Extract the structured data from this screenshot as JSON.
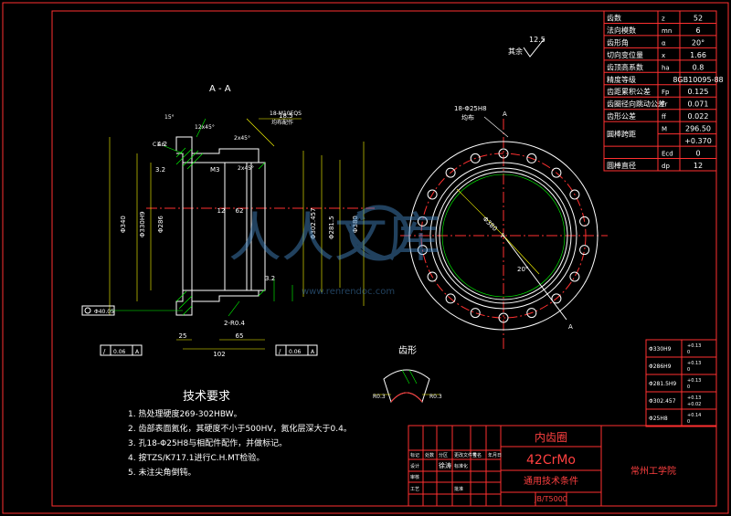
{
  "params": [
    {
      "name": "齿数",
      "sym": "z",
      "val": "52"
    },
    {
      "name": "法向模数",
      "sym": "mn",
      "val": "6"
    },
    {
      "name": "齿形角",
      "sym": "α",
      "val": "20°"
    },
    {
      "name": "切向变位量",
      "sym": "x",
      "val": "1.66"
    },
    {
      "name": "齿顶高系数",
      "sym": "ha",
      "val": "0.8"
    },
    {
      "name": "精度等级",
      "sym": "",
      "val": "8GB10095-88"
    },
    {
      "name": "齿距累积公差",
      "sym": "Fp",
      "val": "0.125"
    },
    {
      "name": "齿圈径向跳动公差",
      "sym": "Fr",
      "val": "0.071"
    },
    {
      "name": "齿形公差",
      "sym": "ff",
      "val": "0.022"
    }
  ],
  "span": {
    "name": "圆棒跨距",
    "sym": "M",
    "val": "296.50",
    "tol": "+0.370"
  },
  "extra": [
    {
      "sym": "Ecd",
      "val": "0"
    },
    {
      "name": "圆棒直径",
      "sym": "dp",
      "val": "12"
    }
  ],
  "tolerances": [
    {
      "label": "Φ330H9",
      "up": "+0.13",
      "low": "0"
    },
    {
      "label": "Φ286H9",
      "up": "+0.13",
      "low": "0"
    },
    {
      "label": "Φ281.5H9",
      "up": "+0.13",
      "low": "0"
    },
    {
      "label": "Φ302.457",
      "up": "+0.13",
      "low": "+0.02"
    },
    {
      "label": "Φ25H8",
      "up": "+0.14",
      "low": "0"
    }
  ],
  "section_label": "A - A",
  "roughness": {
    "val": "12.5",
    "text": "其余"
  },
  "dims": {
    "d1": "102",
    "d2": "65",
    "d3": "25",
    "d4": "12",
    "d5": "62",
    "d6": "Φ40.05",
    "d7": "4.2",
    "d8": "3.2",
    "d9": "3.2",
    "d10": "18.5",
    "d11": "Φ340",
    "d12": "Φ330H9",
    "d13": "Φ286",
    "d14": "Φ302.457",
    "d15": "Φ281.5",
    "d16": "M3",
    "d17": "Φ380",
    "ang1": "20°",
    "ang2": "15°",
    "ang3": "12x45°",
    "ang4": "2x45°",
    "ang5": "2x45°",
    "holes": "18-M10EQS",
    "holes2": "18-Φ25H8",
    "holes_note": "均布",
    "holes_note2": "均布配作",
    "c1": "2-R0.4",
    "c2": "C1.6",
    "c3": "0.5",
    "cham": "2x45°"
  },
  "fcf": [
    {
      "sym": "/",
      "tol": "0.06",
      "datum": "A"
    },
    {
      "sym": "/",
      "tol": "0.06",
      "datum": "A"
    }
  ],
  "tooth_label": "齿形",
  "tooth_r": "R0.3",
  "tech": {
    "title": "技术要求",
    "items": [
      "1. 热处理硬度269-302HBW。",
      "2. 齿部表面氮化，其硬度不小于500HV，氮化层深大于0.4。",
      "3. 孔18-Φ25H8与相配件配作，并做标记。",
      "4. 按TZS/K717.1进行C.H.MT检验。",
      "5. 未注尖角倒钝。"
    ]
  },
  "title_block": {
    "part": "内齿圈",
    "material": "42CrMo",
    "school": "常州工学院",
    "note": "通用技术条件",
    "std": "JB/T5000",
    "designer": "徐涛",
    "hdr": [
      "标记",
      "处数",
      "分区",
      "更改文件号",
      "签名",
      "年月日"
    ],
    "row2": [
      "设计",
      "标准化"
    ],
    "row3": [
      "审核"
    ],
    "row4": [
      "工艺",
      "批准"
    ]
  },
  "watermark": {
    "text": "人人文库",
    "url": "www.renrendoc.com"
  }
}
